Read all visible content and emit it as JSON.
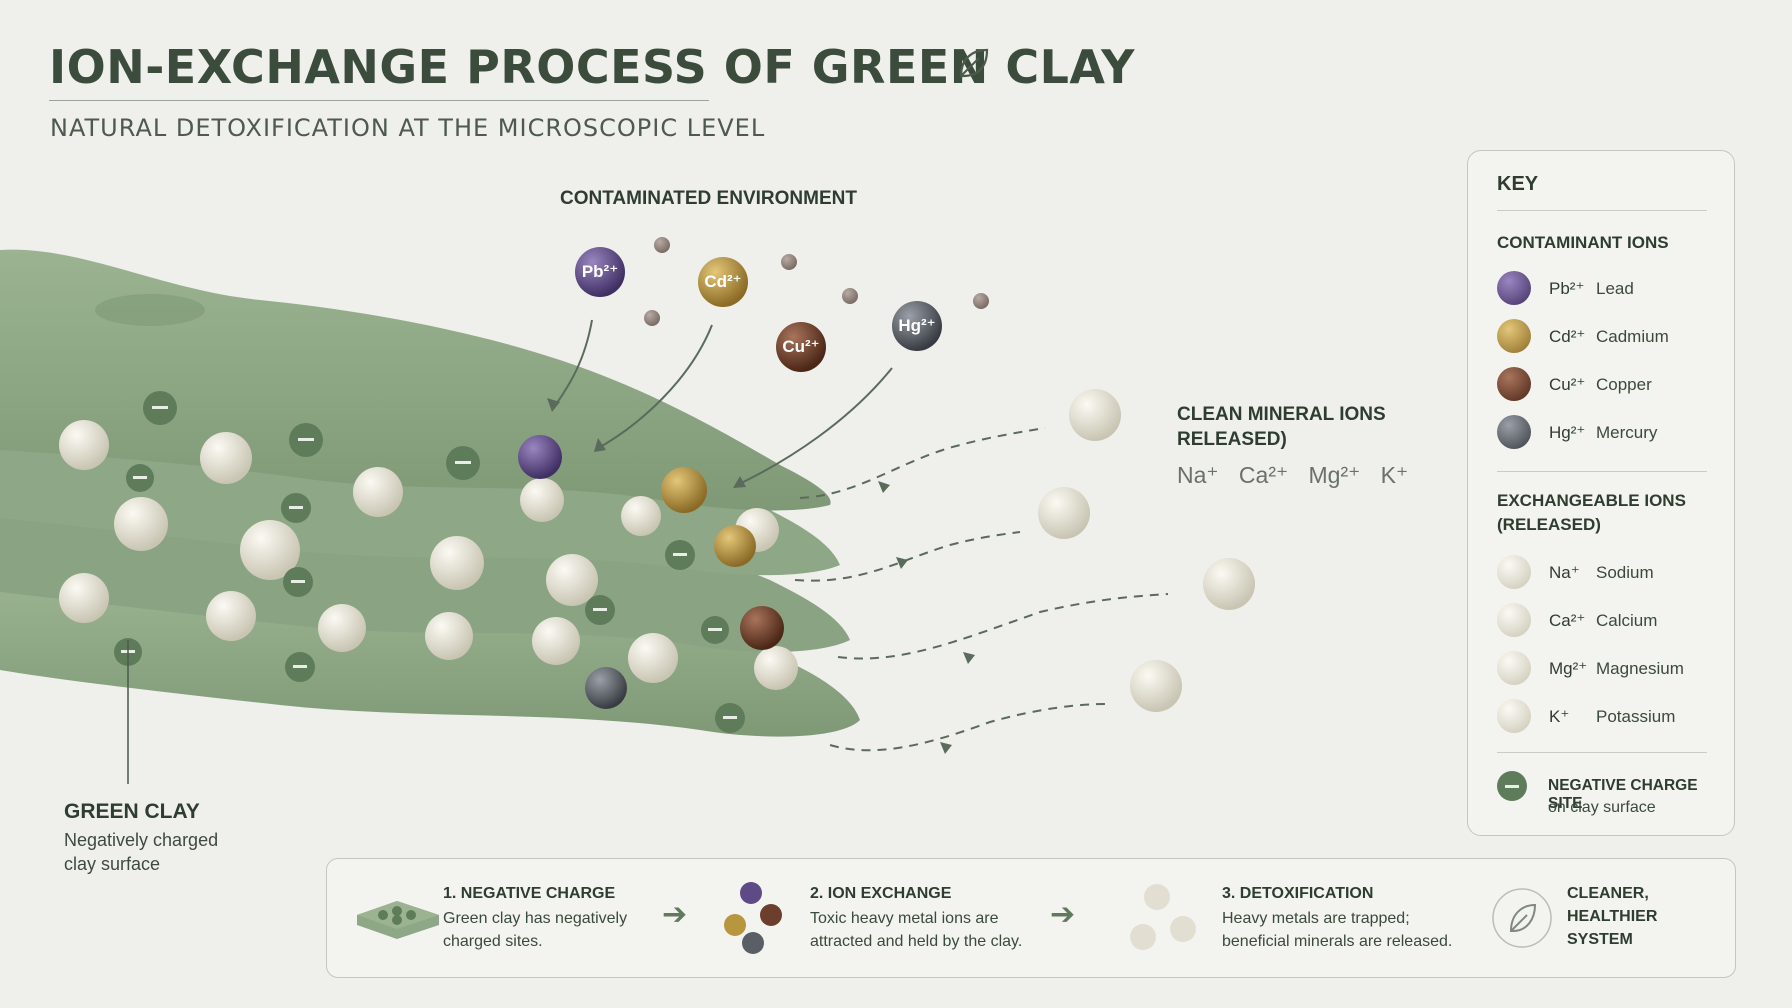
{
  "header": {
    "title": "ION-EXCHANGE PROCESS OF GREEN CLAY",
    "subtitle": "NATURAL DETOXIFICATION AT THE MICROSCOPIC LEVEL"
  },
  "diagram": {
    "contaminated_label": "CONTAMINATED ENVIRONMENT",
    "clean_label": "CLEAN MINERAL IONS RELEASED)",
    "clean_ions": "Na⁺ Ca²⁺ Mg²⁺ K⁺",
    "floating_ions": {
      "pb": "Pb²⁺",
      "cd": "Cd²⁺",
      "cu": "Cu²⁺",
      "hg": "Hg²⁺"
    },
    "clay_label": {
      "title": "GREEN CLAY",
      "line1": "Negatively charged",
      "line2": "clay surface"
    }
  },
  "key": {
    "title": "KEY",
    "contaminant_title": "CONTAMINANT IONS",
    "contaminants": [
      {
        "symbol": "Pb²⁺",
        "name": "Lead",
        "color": "#5e4a86"
      },
      {
        "symbol": "Cd²⁺",
        "name": "Cadmium",
        "color": "#b8963e"
      },
      {
        "symbol": "Cu²⁺",
        "name": "Copper",
        "color": "#6b3f2c"
      },
      {
        "symbol": "Hg²⁺",
        "name": "Mercury",
        "color": "#5a5f66"
      }
    ],
    "exchangeable_title_1": "EXCHANGEABLE IONS",
    "exchangeable_title_2": "(RELEASED)",
    "exchangeables": [
      {
        "symbol": "Na⁺",
        "name": "Sodium",
        "color": "#e2dfd2"
      },
      {
        "symbol": "Ca²⁺",
        "name": "Calcium",
        "color": "#e2dfd2"
      },
      {
        "symbol": "Mg²⁺",
        "name": "Magnesium",
        "color": "#e2dfd2"
      },
      {
        "symbol": "K⁺",
        "name": "Potassium",
        "color": "#e2dfd2"
      }
    ],
    "negative_title": "NEGATIVE CHARGE SITE",
    "negative_sub": "on clay surface"
  },
  "process": {
    "step1_title": "1. NEGATIVE CHARGE",
    "step1_line1": "Green clay has negatively",
    "step1_line2": "charged sites.",
    "step2_title": "2. ION EXCHANGE",
    "step2_line1": "Toxic heavy metal ions are",
    "step2_line2": "attracted and held by the clay.",
    "step3_title": "3. DETOXIFICATION",
    "step3_line1": "Heavy metals are trapped;",
    "step3_line2": "beneficial minerals are released.",
    "result_line1": "CLEANER,",
    "result_line2": "HEALTHIER",
    "result_line3": "SYSTEM",
    "arrow": "➔"
  },
  "colors": {
    "clay": "#8fa887",
    "clay_dark": "#7d9775",
    "charge_site": "#5e7c5a",
    "mineral": "#e2dfd2",
    "accent_text": "#3b4c3c"
  }
}
